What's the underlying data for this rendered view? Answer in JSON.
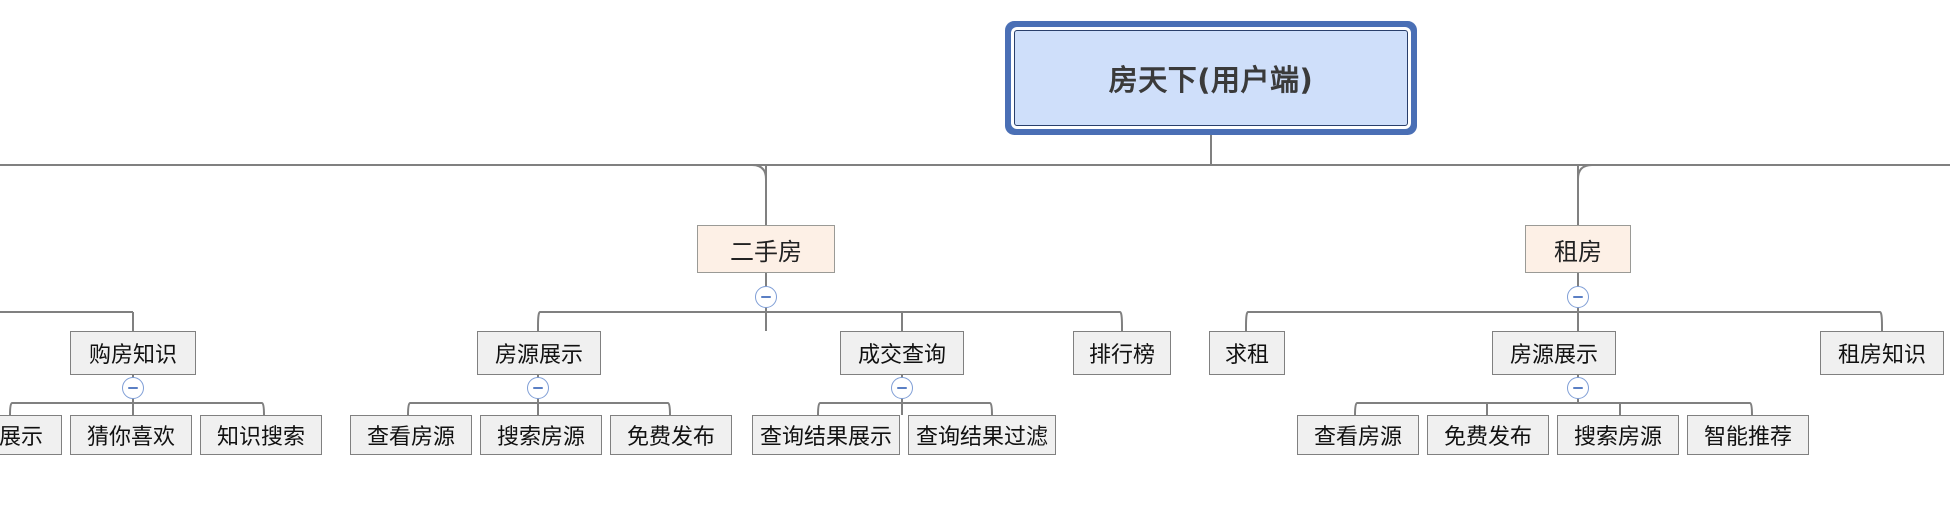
{
  "diagram": {
    "type": "mind-map",
    "title": "房天下(用户端)",
    "orientation": "top-down",
    "colors": {
      "root_fill": "#cfdffa",
      "root_outer_border": "#4a6fb5",
      "root_inner_border": "#2a3f6b",
      "level2_fill": "#fdf0e6",
      "level2_border": "#9a9a96",
      "node_fill": "#f0f0f0",
      "node_border": "#808080",
      "edge": "#808080",
      "collapse_border": "#7f9ed6",
      "collapse_glyph": "#5b7fc4",
      "background": "#ffffff"
    }
  },
  "root": {
    "label": "房天下(用户端)"
  },
  "nodes": {
    "ershoufang": {
      "label": "二手房"
    },
    "zufang": {
      "label": "租房"
    },
    "gouf_zhishi": {
      "label": "购房知识"
    },
    "fangyuan_zhanshi_1": {
      "label": "房源展示"
    },
    "chengjiao_chaxun": {
      "label": "成交查询"
    },
    "paihangbang": {
      "label": "排行榜"
    },
    "qiuzu": {
      "label": "求租"
    },
    "fangyuan_zhanshi_2": {
      "label": "房源展示"
    },
    "zufang_zhishi": {
      "label": "租房知识"
    },
    "zhanshi_cut": {
      "label": "展示"
    },
    "cainixihuan": {
      "label": "猜你喜欢"
    },
    "zhishi_sousuo": {
      "label": "知识搜索"
    },
    "chakan_fangyuan_1": {
      "label": "查看房源"
    },
    "sousuo_fangyuan_1": {
      "label": "搜索房源"
    },
    "mianfei_fabu_1": {
      "label": "免费发布"
    },
    "chaxun_jieguo_zhanshi": {
      "label": "查询结果展示"
    },
    "chaxun_jieguo_guolv": {
      "label": "查询结果过滤"
    },
    "chakan_fangyuan_2": {
      "label": "查看房源"
    },
    "mianfei_fabu_2": {
      "label": "免费发布"
    },
    "sousuo_fangyuan_2": {
      "label": "搜索房源"
    },
    "zhineng_tuijian": {
      "label": "智能推荐"
    }
  },
  "collapse_toggles": {
    "glyph": "−",
    "state": "expanded",
    "owners": [
      "二手房",
      "租房",
      "购房知识",
      "房源展示",
      "成交查询",
      "房源展示"
    ]
  }
}
